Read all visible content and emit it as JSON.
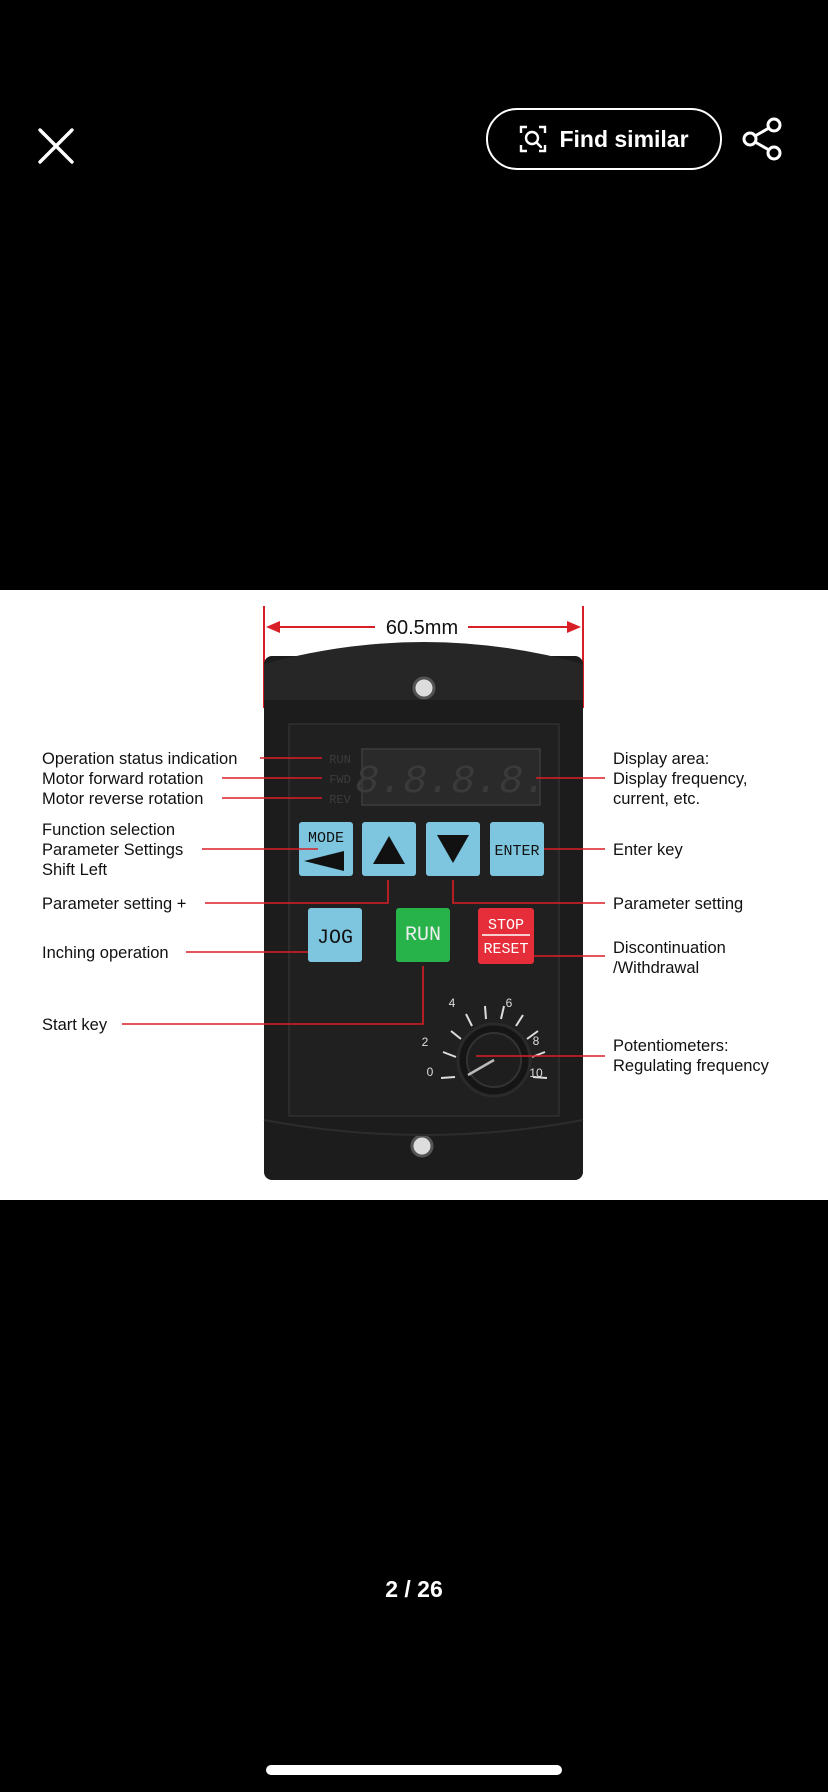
{
  "topbar": {
    "find_similar_label": "Find similar"
  },
  "product_image": {
    "dimension": "60.5mm",
    "indicators": [
      "RUN",
      "FWD",
      "REV"
    ],
    "display_digits": "8.8.8.8.",
    "keys": {
      "mode": "MODE",
      "enter": "ENTER",
      "jog": "JOG",
      "run": "RUN",
      "stop": "STOP",
      "reset": "RESET"
    },
    "dial_scale": [
      "0",
      "2",
      "4",
      "6",
      "8",
      "10"
    ],
    "labels_left": {
      "status": "Operation status indication",
      "forward": "Motor forward rotation",
      "reverse": "Motor reverse rotation",
      "function_1": "Function selection",
      "function_2": "Parameter Settings",
      "function_3": "Shift Left",
      "param_plus": "Parameter setting +",
      "inching": "Inching operation",
      "start": "Start key"
    },
    "labels_right": {
      "display_1": "Display area:",
      "display_2": "Display frequency,",
      "display_3": "current, etc.",
      "enter": "Enter key",
      "param": "Parameter setting",
      "stop_1": "Discontinuation",
      "stop_2": "/Withdrawal",
      "pot_1": "Potentiometers:",
      "pot_2": "Regulating frequency"
    },
    "colors": {
      "panel": "#1c1c1c",
      "key_blue": "#7ec6df",
      "key_run": "#27b34a",
      "key_stop": "#e52e3a",
      "callout_line": "#d91f26"
    }
  },
  "pager": {
    "text": "2 / 26"
  }
}
